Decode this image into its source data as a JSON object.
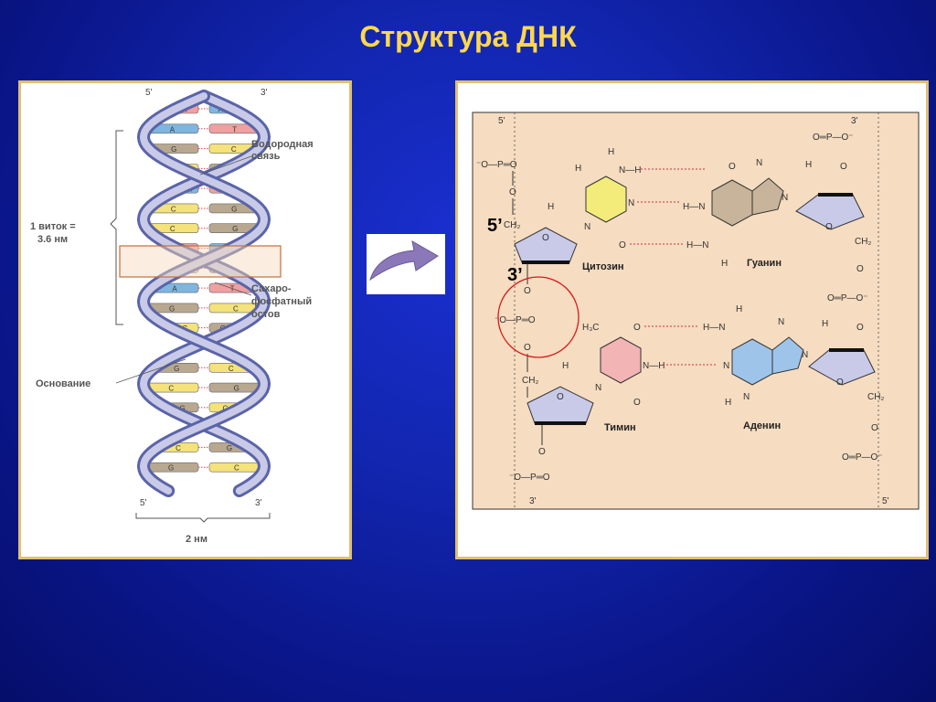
{
  "title": "Структура ДНК",
  "helix": {
    "top_5": "5'",
    "top_3": "3'",
    "bottom_5": "5'",
    "bottom_3": "3'",
    "label_hbond": [
      "Водородная",
      "связь"
    ],
    "label_turn": [
      "1 виток =",
      "3.6 нм"
    ],
    "label_backbone": [
      "Сахаро-",
      "фосфатный",
      "остов"
    ],
    "label_base": "Основание",
    "label_width": "2 нм",
    "pairs": [
      [
        "T",
        "A"
      ],
      [
        "A",
        "T"
      ],
      [
        "G",
        "C"
      ],
      [
        "C",
        "G"
      ],
      [
        "A",
        "T"
      ],
      [
        "C",
        "G"
      ],
      [
        "C",
        "G"
      ],
      [
        "T",
        "A"
      ],
      [
        "C",
        "G"
      ],
      [
        "A",
        "T"
      ],
      [
        "G",
        "C"
      ],
      [
        "C",
        "G"
      ],
      [
        "A",
        "T"
      ],
      [
        "G",
        "C"
      ],
      [
        "C",
        "G"
      ],
      [
        "G",
        "C"
      ],
      [
        "T",
        "A"
      ],
      [
        "C",
        "G"
      ],
      [
        "G",
        "C"
      ]
    ],
    "colors": {
      "A": "#7fb6e0",
      "T": "#f0a0a0",
      "G": "#b8a890",
      "C": "#f4e27a",
      "backbone": "#5a64a8",
      "backbone_light": "#c8cae8"
    }
  },
  "chem": {
    "top_5": "5'",
    "top_3": "3'",
    "bottom_3": "3'",
    "bottom_5": "5'",
    "overlay_5": "5’",
    "overlay_3": "3’",
    "cytosine": "Цитозин",
    "guanine": "Гуанин",
    "thymine": "Тимин",
    "adenine": "Аденин",
    "colors": {
      "cytosine": "#f4ec7a",
      "guanine": "#c8b49a",
      "thymine": "#f2b4b4",
      "adenine": "#9ec4ea",
      "sugar": "#c8cae8",
      "bg": "#f6dcc0"
    }
  }
}
